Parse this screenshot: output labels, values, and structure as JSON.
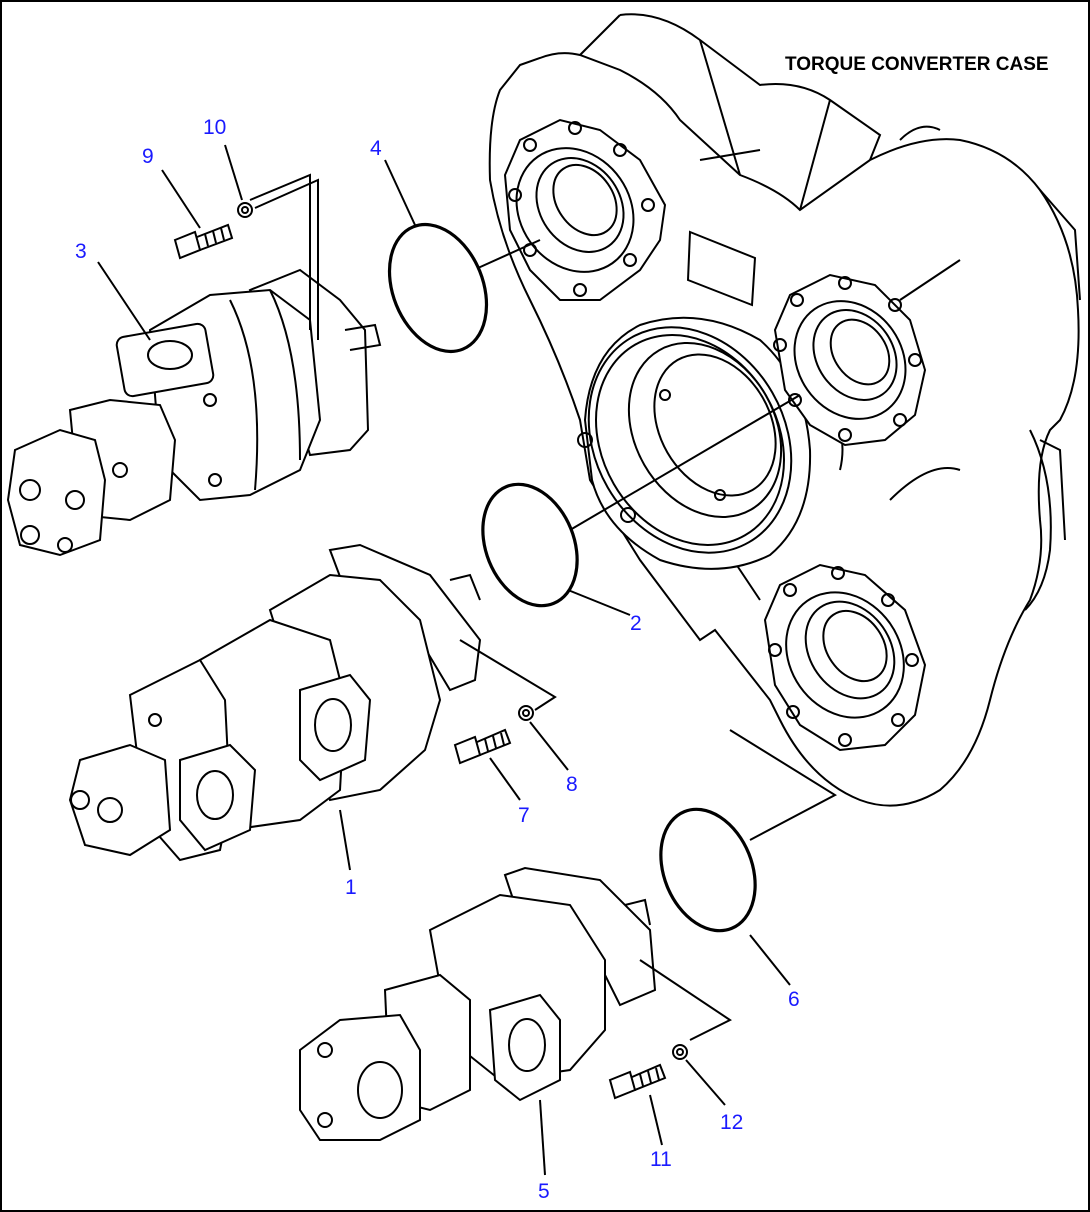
{
  "diagram": {
    "title": "TORQUE CONVERTER CASE",
    "callout_color": "#1a1aff",
    "callouts": [
      {
        "id": "1",
        "label": "1"
      },
      {
        "id": "2",
        "label": "2"
      },
      {
        "id": "3",
        "label": "3"
      },
      {
        "id": "4",
        "label": "4"
      },
      {
        "id": "5",
        "label": "5"
      },
      {
        "id": "6",
        "label": "6"
      },
      {
        "id": "7",
        "label": "7"
      },
      {
        "id": "8",
        "label": "8"
      },
      {
        "id": "9",
        "label": "9"
      },
      {
        "id": "10",
        "label": "10"
      },
      {
        "id": "11",
        "label": "11"
      },
      {
        "id": "12",
        "label": "12"
      }
    ]
  }
}
